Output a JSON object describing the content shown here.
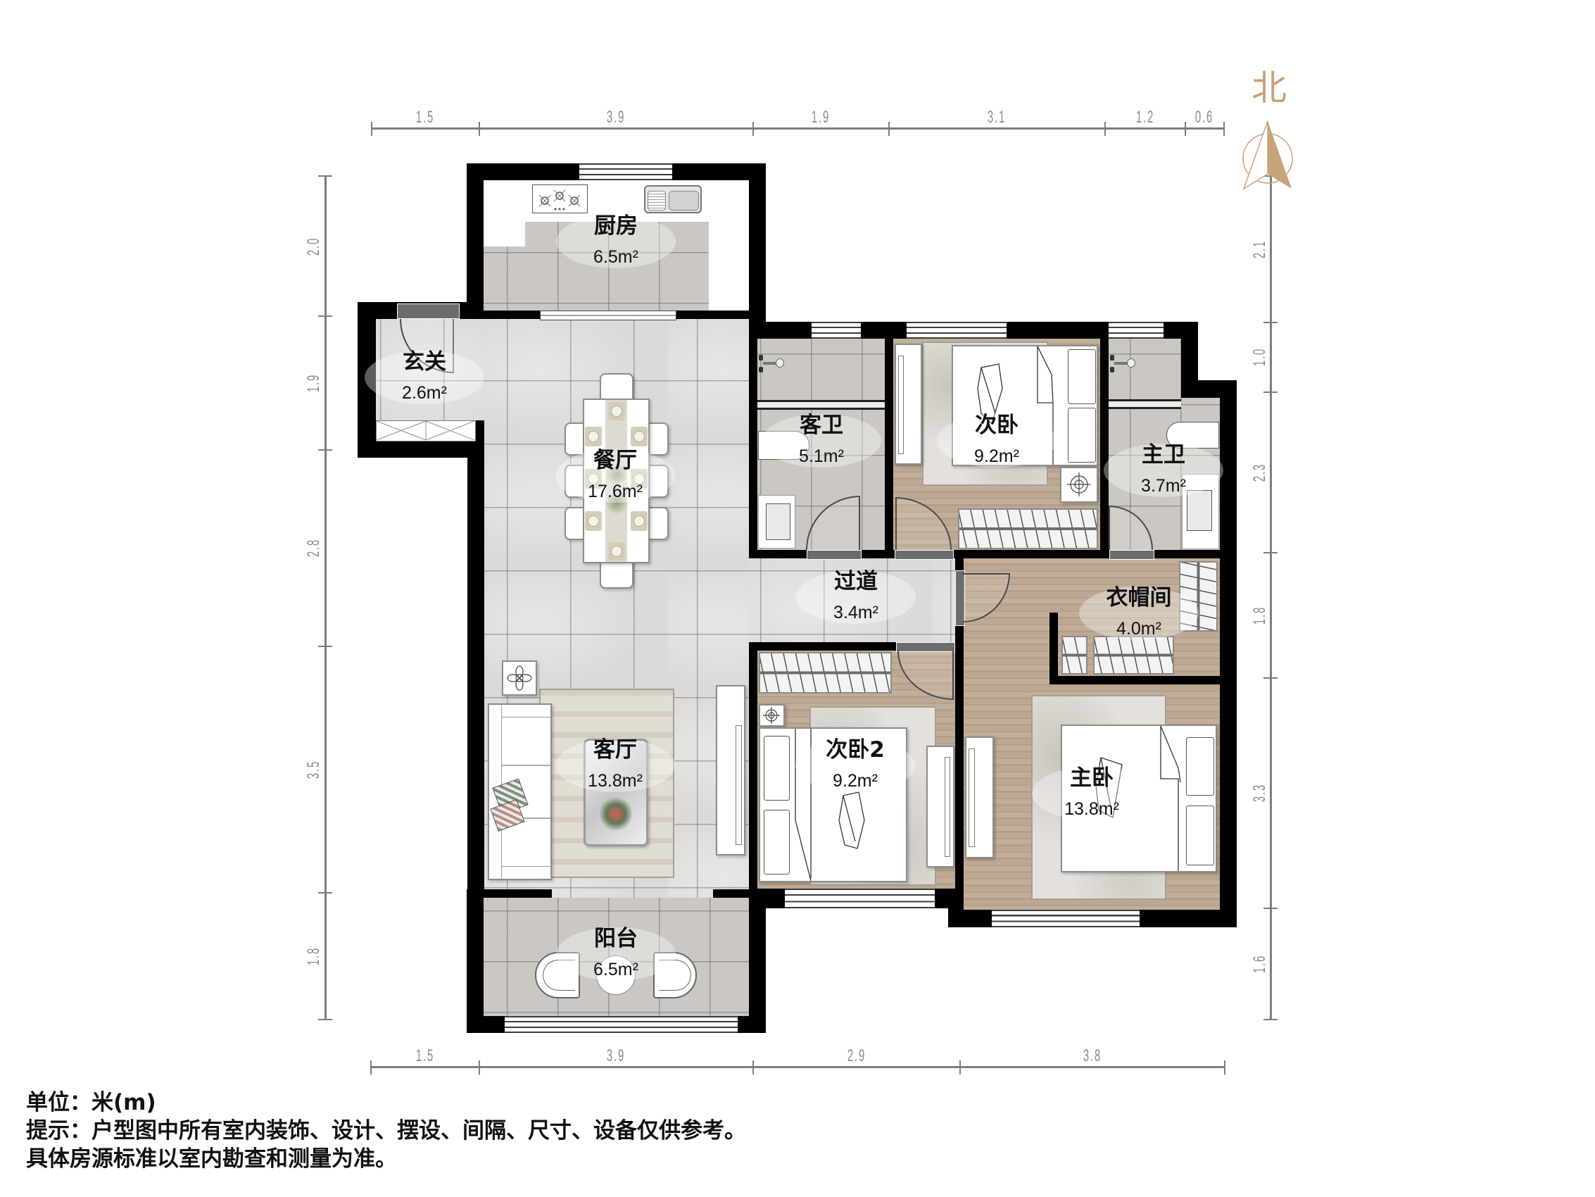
{
  "compass": {
    "label": "北",
    "icon": "north-arrow-icon"
  },
  "dimensions": {
    "unit": "m",
    "top": [
      "1.5",
      "3.9",
      "1.9",
      "3.1",
      "1.2",
      "0.6"
    ],
    "bottom": [
      "1.5",
      "3.9",
      "2.9",
      "3.8"
    ],
    "left": [
      "2.0",
      "1.9",
      "2.8",
      "3.5",
      "1.8"
    ],
    "right": [
      "2.1",
      "1.0",
      "2.3",
      "1.8",
      "3.3",
      "1.6"
    ]
  },
  "rooms": [
    {
      "name": "厨房",
      "area": "6.5m²"
    },
    {
      "name": "玄关",
      "area": "2.6m²"
    },
    {
      "name": "餐厅",
      "area": "17.6m²"
    },
    {
      "name": "客卫",
      "area": "5.1m²"
    },
    {
      "name": "次卧",
      "area": "9.2m²"
    },
    {
      "name": "主卫",
      "area": "3.7m²"
    },
    {
      "name": "过道",
      "area": "3.4m²"
    },
    {
      "name": "衣帽间",
      "area": "4.0m²"
    },
    {
      "name": "客厅",
      "area": "13.8m²"
    },
    {
      "name": "次卧2",
      "area": "9.2m²"
    },
    {
      "name": "主卧",
      "area": "13.8m²"
    },
    {
      "name": "阳台",
      "area": "6.5m²"
    }
  ],
  "notes": {
    "unit": "单位：米(m)",
    "tip": "提示：户型图中所有室内装饰、设计、摆设、间隔、尺寸、设备仅供参考。",
    "standard": "具体房源标准以室内勘查和测量为准。"
  },
  "palette": {
    "wall": "#000000",
    "tile_floor": "#dbdad8",
    "wet_tile_floor": "#cbc8c3",
    "wood_floor": "#baa68f",
    "dimension_line": "#7d7d7d",
    "compass": "#c8a27a"
  }
}
